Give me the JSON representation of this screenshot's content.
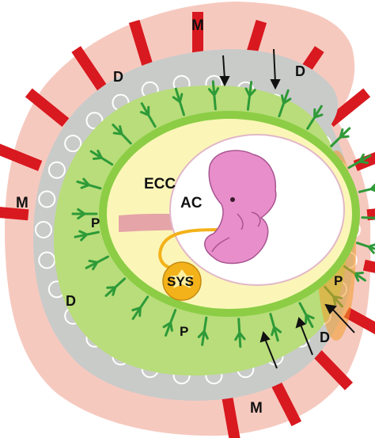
{
  "labels": {
    "m_top": "M",
    "m_left": "M",
    "m_bottom": "M",
    "d_top_left": "D",
    "d_top_right": "D",
    "d_left": "D",
    "d_bottom_right": "D",
    "p_left": "P",
    "p_bottom": "P",
    "p_right": "P",
    "ecc": "ECC",
    "ac": "AC",
    "sys": "SYS"
  },
  "colors": {
    "maternal_layer": "#f6c9bf",
    "spiral_artery": "#d8191f",
    "decidua": "#c9cbc9",
    "villi_green": "#2e9a38",
    "light_green": "#b8dd7a",
    "coelom_yellow": "#fbf6b8",
    "amnion_white": "#ffffff",
    "embryo_pink": "#e88fcb",
    "yolk_sac": "#f3b21a"
  }
}
